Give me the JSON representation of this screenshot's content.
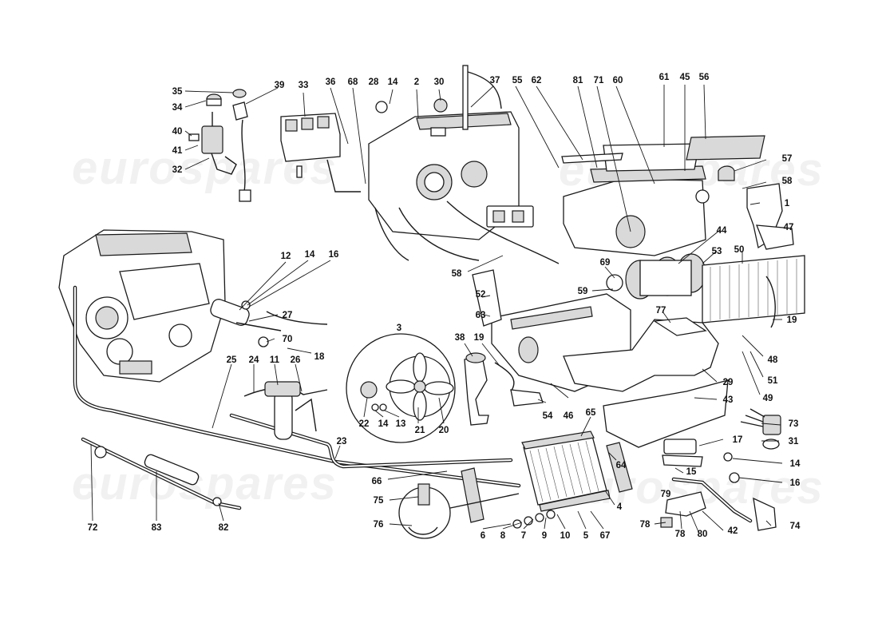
{
  "watermarks": [
    {
      "id": "wm-top",
      "text": "eurospares"
    },
    {
      "id": "wm-top-right",
      "text": "eurospares"
    },
    {
      "id": "wm-bottom-left",
      "text": "eurospares"
    },
    {
      "id": "wm-bottom-right",
      "text": "eurospares"
    }
  ],
  "callouts": [
    {
      "id": "35",
      "label": "35"
    },
    {
      "id": "34",
      "label": "34"
    },
    {
      "id": "40",
      "label": "40"
    },
    {
      "id": "41",
      "label": "41"
    },
    {
      "id": "32",
      "label": "32"
    },
    {
      "id": "39",
      "label": "39"
    },
    {
      "id": "33",
      "label": "33"
    },
    {
      "id": "36",
      "label": "36"
    },
    {
      "id": "68",
      "label": "68"
    },
    {
      "id": "28",
      "label": "28"
    },
    {
      "id": "14a",
      "label": "14"
    },
    {
      "id": "2",
      "label": "2"
    },
    {
      "id": "30",
      "label": "30"
    },
    {
      "id": "37",
      "label": "37"
    },
    {
      "id": "55",
      "label": "55"
    },
    {
      "id": "62",
      "label": "62"
    },
    {
      "id": "81",
      "label": "81"
    },
    {
      "id": "71",
      "label": "71"
    },
    {
      "id": "60",
      "label": "60"
    },
    {
      "id": "61",
      "label": "61"
    },
    {
      "id": "45",
      "label": "45"
    },
    {
      "id": "56",
      "label": "56"
    },
    {
      "id": "57",
      "label": "57"
    },
    {
      "id": "58a",
      "label": "58"
    },
    {
      "id": "1",
      "label": "1"
    },
    {
      "id": "47",
      "label": "47"
    },
    {
      "id": "44",
      "label": "44"
    },
    {
      "id": "53",
      "label": "53"
    },
    {
      "id": "50",
      "label": "50"
    },
    {
      "id": "12",
      "label": "12"
    },
    {
      "id": "14b",
      "label": "14"
    },
    {
      "id": "16a",
      "label": "16"
    },
    {
      "id": "27",
      "label": "27"
    },
    {
      "id": "70",
      "label": "70"
    },
    {
      "id": "18",
      "label": "18"
    },
    {
      "id": "58b",
      "label": "58"
    },
    {
      "id": "52",
      "label": "52"
    },
    {
      "id": "63",
      "label": "63"
    },
    {
      "id": "69",
      "label": "69"
    },
    {
      "id": "59",
      "label": "59"
    },
    {
      "id": "77",
      "label": "77"
    },
    {
      "id": "19a",
      "label": "19"
    },
    {
      "id": "48",
      "label": "48"
    },
    {
      "id": "51",
      "label": "51"
    },
    {
      "id": "49",
      "label": "49"
    },
    {
      "id": "29",
      "label": "29"
    },
    {
      "id": "43",
      "label": "43"
    },
    {
      "id": "73",
      "label": "73"
    },
    {
      "id": "31",
      "label": "31"
    },
    {
      "id": "17",
      "label": "17"
    },
    {
      "id": "14c",
      "label": "14"
    },
    {
      "id": "16b",
      "label": "16"
    },
    {
      "id": "15",
      "label": "15"
    },
    {
      "id": "74",
      "label": "74"
    },
    {
      "id": "42",
      "label": "42"
    },
    {
      "id": "79",
      "label": "79"
    },
    {
      "id": "78a",
      "label": "78"
    },
    {
      "id": "78b",
      "label": "78"
    },
    {
      "id": "80",
      "label": "80"
    },
    {
      "id": "3",
      "label": "3"
    },
    {
      "id": "38",
      "label": "38"
    },
    {
      "id": "19b",
      "label": "19"
    },
    {
      "id": "46",
      "label": "46"
    },
    {
      "id": "65",
      "label": "65"
    },
    {
      "id": "54",
      "label": "54"
    },
    {
      "id": "22",
      "label": "22"
    },
    {
      "id": "14d",
      "label": "14"
    },
    {
      "id": "13",
      "label": "13"
    },
    {
      "id": "21",
      "label": "21"
    },
    {
      "id": "20",
      "label": "20"
    },
    {
      "id": "25",
      "label": "25"
    },
    {
      "id": "24",
      "label": "24"
    },
    {
      "id": "11",
      "label": "11"
    },
    {
      "id": "26",
      "label": "26"
    },
    {
      "id": "23",
      "label": "23"
    },
    {
      "id": "64",
      "label": "64"
    },
    {
      "id": "66",
      "label": "66"
    },
    {
      "id": "4",
      "label": "4"
    },
    {
      "id": "75",
      "label": "75"
    },
    {
      "id": "76",
      "label": "76"
    },
    {
      "id": "67",
      "label": "67"
    },
    {
      "id": "6",
      "label": "6"
    },
    {
      "id": "8",
      "label": "8"
    },
    {
      "id": "7",
      "label": "7"
    },
    {
      "id": "9",
      "label": "9"
    },
    {
      "id": "10",
      "label": "10"
    },
    {
      "id": "5",
      "label": "5"
    },
    {
      "id": "72",
      "label": "72"
    },
    {
      "id": "83",
      "label": "83"
    },
    {
      "id": "82",
      "label": "82"
    }
  ]
}
